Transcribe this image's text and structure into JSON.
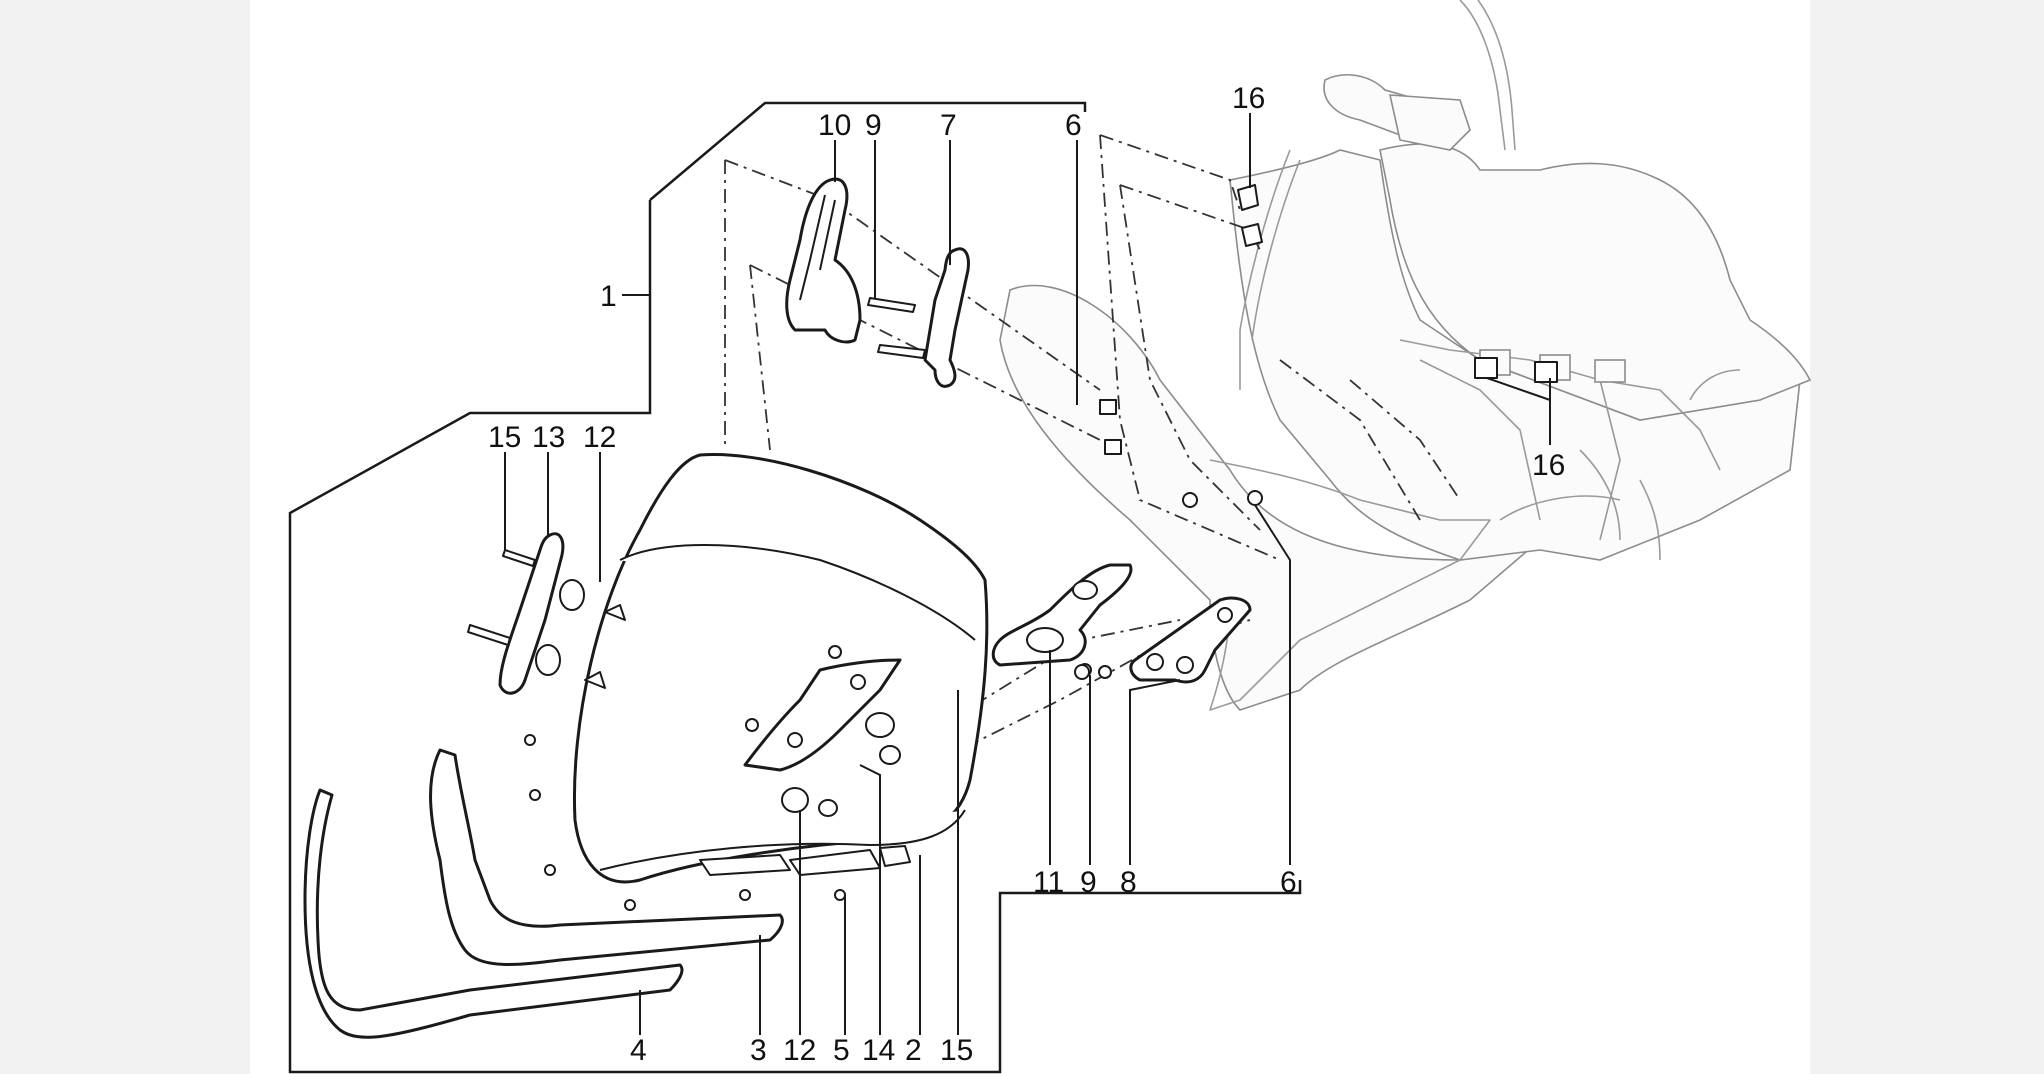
{
  "callouts": [
    {
      "id": "c1",
      "text": "1"
    },
    {
      "id": "c2",
      "text": "2"
    },
    {
      "id": "c3",
      "text": "3"
    },
    {
      "id": "c4",
      "text": "4"
    },
    {
      "id": "c5",
      "text": "5"
    },
    {
      "id": "c6a",
      "text": "6"
    },
    {
      "id": "c6b",
      "text": "6"
    },
    {
      "id": "c7",
      "text": "7"
    },
    {
      "id": "c8",
      "text": "8"
    },
    {
      "id": "c9a",
      "text": "9"
    },
    {
      "id": "c9b",
      "text": "9"
    },
    {
      "id": "c10",
      "text": "10"
    },
    {
      "id": "c11",
      "text": "11"
    },
    {
      "id": "c12a",
      "text": "12"
    },
    {
      "id": "c12b",
      "text": "12"
    },
    {
      "id": "c13",
      "text": "13"
    },
    {
      "id": "c14",
      "text": "14"
    },
    {
      "id": "c15a",
      "text": "15"
    },
    {
      "id": "c15b",
      "text": "15"
    },
    {
      "id": "c16a",
      "text": "16"
    },
    {
      "id": "c16b",
      "text": "16"
    }
  ],
  "colors": {
    "ink": "#1a1a1a",
    "background": "#ffffff",
    "scooter_outline": "#9a9a9a"
  }
}
